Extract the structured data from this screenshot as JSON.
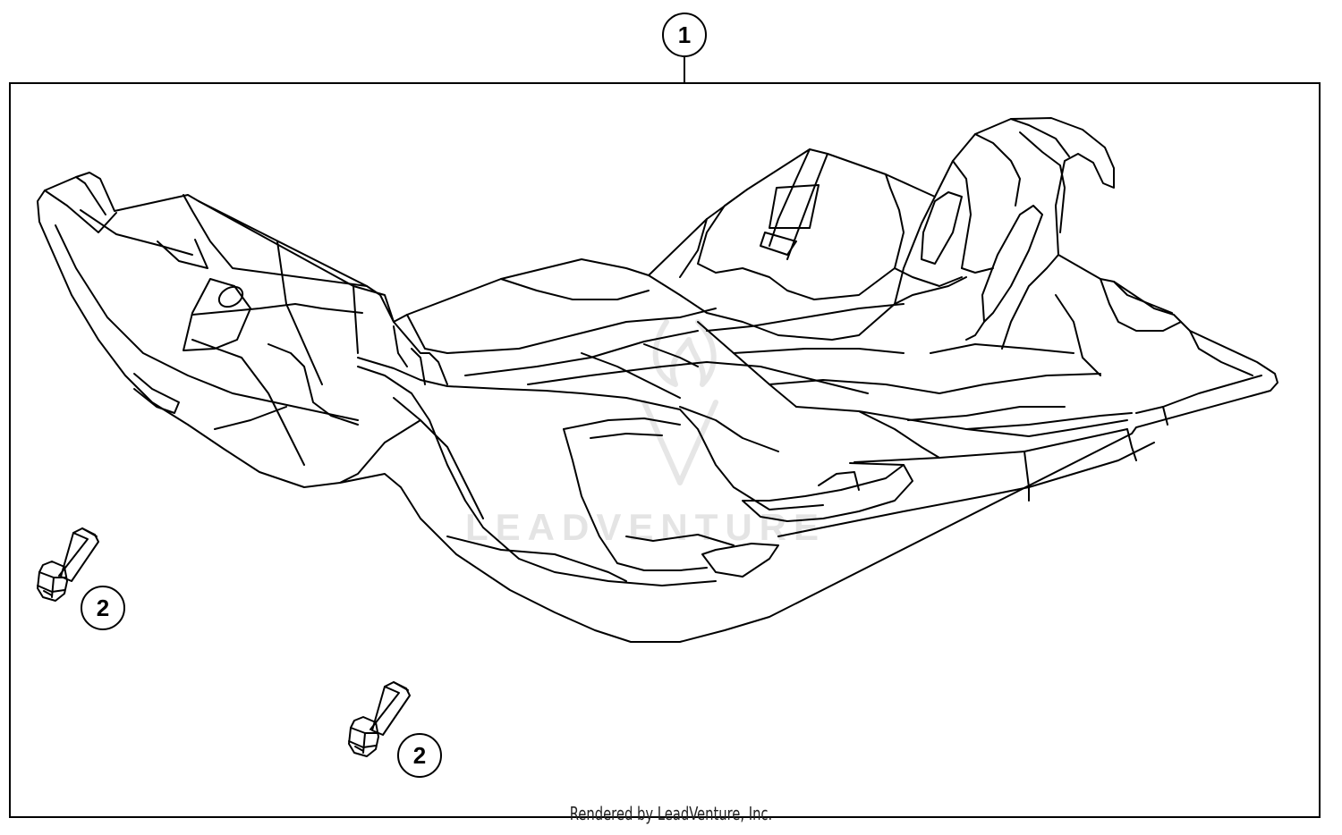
{
  "callouts": {
    "part1": "1",
    "part2a": "2",
    "part2b": "2"
  },
  "watermark": "LEADVENTURE",
  "credit": "Rendered by LeadVenture, Inc."
}
